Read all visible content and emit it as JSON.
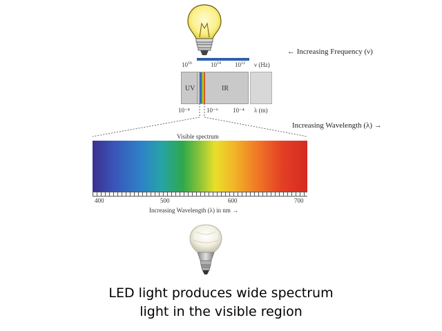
{
  "frequency_axis": {
    "label": "← Increasing Frequency (ν)",
    "ticks": [
      {
        "base": "10",
        "exp": "16"
      },
      {
        "base": "10",
        "exp": "14"
      },
      {
        "base": "10",
        "exp": "12"
      }
    ],
    "unit": "ν (Hz)"
  },
  "em_bar": {
    "uv_label": "UV",
    "ir_label": "IR"
  },
  "wavelength_axis": {
    "label": "Increasing Wavelength (λ) →",
    "ticks": [
      "10⁻⁸",
      "10⁻⁶",
      "10⁻⁴"
    ],
    "unit": "λ (m)"
  },
  "visible_spectrum": {
    "title": "Visible spectrum",
    "ticks": [
      "400",
      "500",
      "600",
      "700"
    ],
    "axis_label": "Increasing Wavelength (λ) in nm →"
  },
  "caption": {
    "line1": "LED light produces wide spectrum",
    "line2": "light in the visible region"
  },
  "colors": {
    "frequency_bar": "#2f5fb0",
    "em_bar_fill": "#c9c9c9",
    "caption_text": "#000000"
  }
}
